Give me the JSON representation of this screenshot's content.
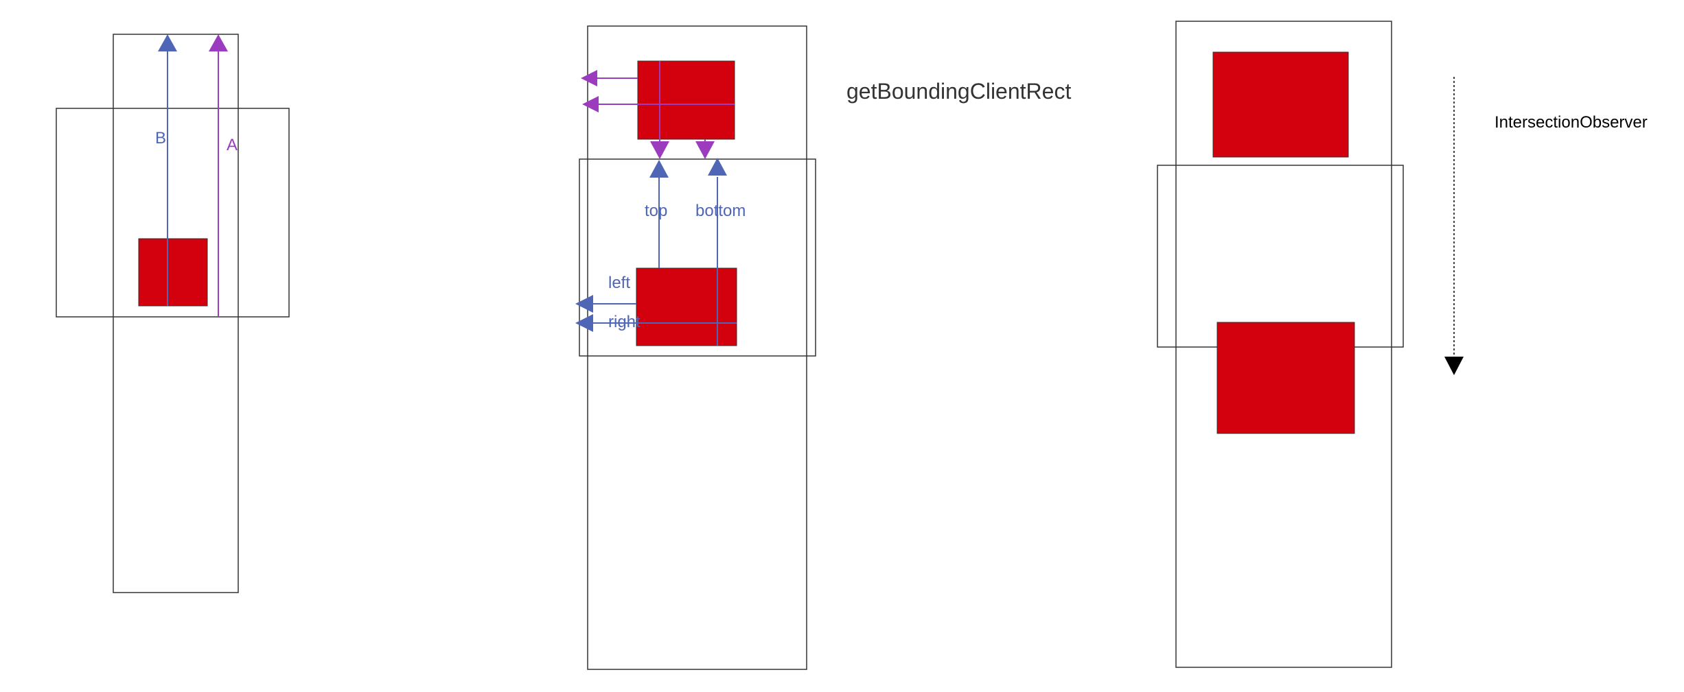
{
  "colors": {
    "red": "#d3000e",
    "blue": "#4f66b7",
    "purple": "#9b3cbf",
    "line": "#333333",
    "arrow": "#000000"
  },
  "icons": {
    "up_arrow": "triangle-up-icon",
    "down_arrow": "triangle-down-icon",
    "left_arrow": "triangle-left-icon"
  },
  "panel1": {
    "label_b": "B",
    "label_a": "A"
  },
  "panel2": {
    "title": "getBoundingClientRect",
    "label_top": "top",
    "label_bottom": "bottom",
    "label_left": "left",
    "label_right": "right"
  },
  "panel3": {
    "title": "IntersectionObserver"
  }
}
